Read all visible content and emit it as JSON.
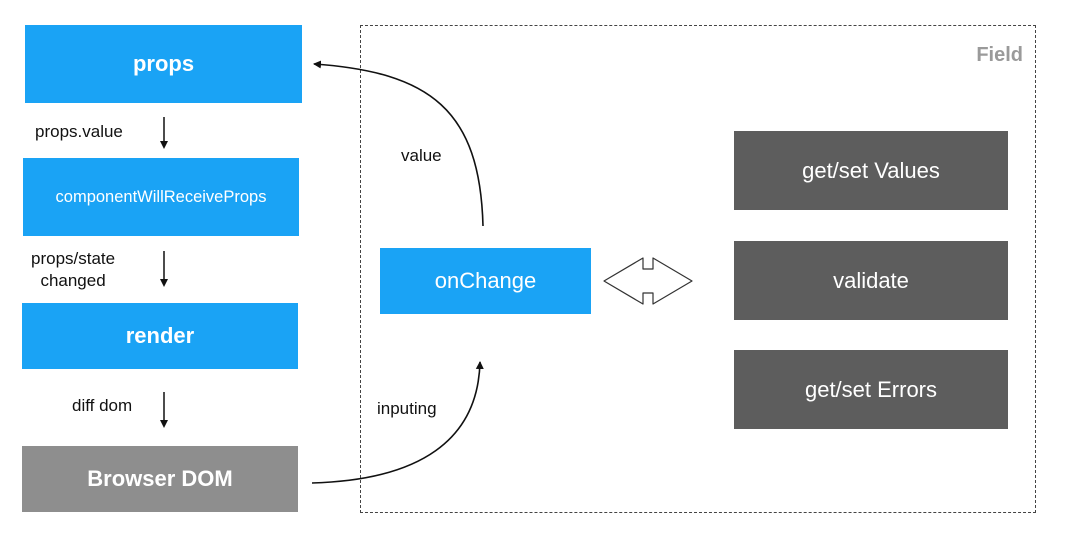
{
  "left_flow": {
    "props": "props",
    "props_value_label": "props.value",
    "cwrp": "componentWillReceiveProps",
    "props_state_label_line1": "props/state",
    "props_state_label_line2": "changed",
    "render": "render",
    "diff_dom_label": "diff dom",
    "browser_dom": "Browser DOM"
  },
  "field": {
    "title": "Field",
    "on_change": "onChange",
    "value_label": "value",
    "inputing_label": "inputing",
    "methods": [
      "get/set Values",
      "validate",
      "get/set Errors"
    ]
  },
  "colors": {
    "blue": "#1aa3f5",
    "grey_light": "#8e8e8e",
    "grey_dark": "#5d5d5d",
    "field_title": "#9a9a9a"
  }
}
